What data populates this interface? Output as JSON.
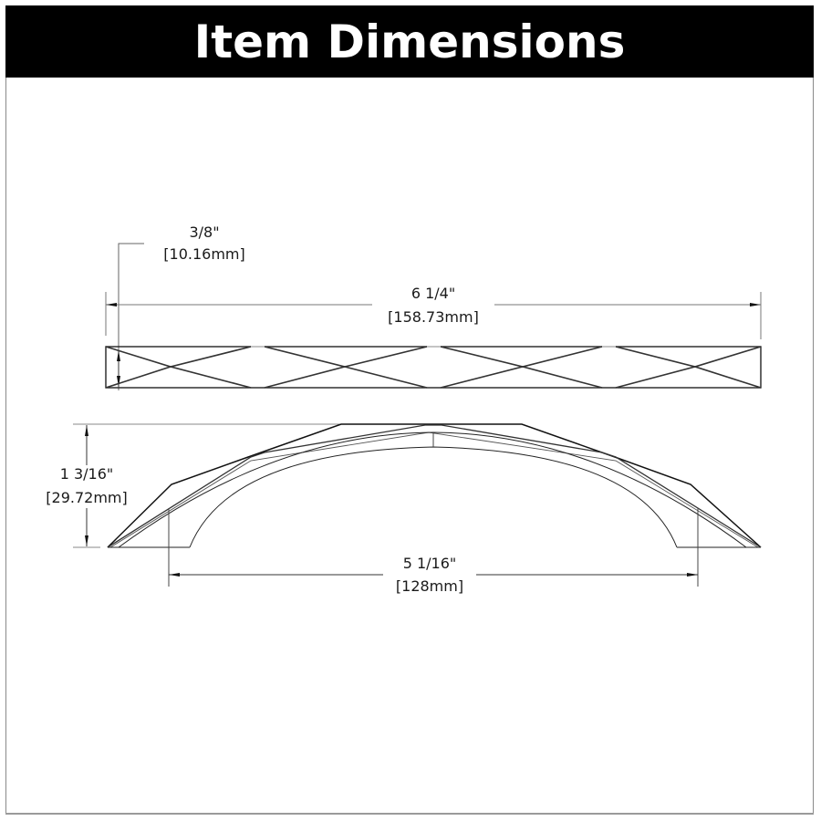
{
  "header": {
    "title": "Item Dimensions",
    "background_color": "#000000",
    "text_color": "#ffffff"
  },
  "dimensions": {
    "thickness": {
      "imperial": "3/8\"",
      "metric": "[10.16mm]"
    },
    "overall_length": {
      "imperial": "6 1/4\"",
      "metric": "[158.73mm]"
    },
    "height": {
      "imperial": "1 3/16\"",
      "metric": "[29.72mm]"
    },
    "center_to_center": {
      "imperial": "5 1/16\"",
      "metric": "[128mm]"
    }
  },
  "views": [
    {
      "name": "top-view",
      "description": "Handle top view with diamond crosshatch pattern"
    },
    {
      "name": "side-view",
      "description": "Arched handle side profile"
    }
  ],
  "colors": {
    "line": "#111111",
    "dimension_line": "#555555",
    "frame": "#8a8a8a"
  }
}
